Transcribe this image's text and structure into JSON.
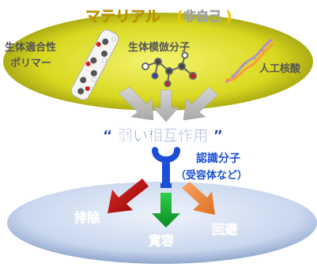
{
  "title": {
    "main": "マテリアル",
    "open_paren": "(",
    "non_self": "非自己",
    "close_paren": ")"
  },
  "materials": {
    "biocompatible_polymer": {
      "line1": "生体適合性",
      "line2": "ポリマー"
    },
    "biomimetic_molecule": "生体模倣分子",
    "artificial_nucleic_acid": "人工核酸"
  },
  "interaction": {
    "open_quote": "“",
    "label": "弱い相互作用",
    "close_quote": "”"
  },
  "receptor": {
    "line1": "認識分子",
    "line2": "（受容体など）"
  },
  "outcomes": {
    "exclusion": "排除",
    "tolerance": "寛容",
    "avoidance": "回避"
  },
  "colors": {
    "title": "#f2c200",
    "non_self": "#ffffff",
    "material_labels": "#555555",
    "interaction": "#1a3ea8",
    "receptor": "#1a4fd6",
    "exclusion": "#c00000",
    "tolerance": "#14a632",
    "avoidance": "#f08a3a",
    "cell_surface": "#b8cbe6",
    "material_cloud": "#e6e63a"
  },
  "icons": [
    "polymer-chain-icon",
    "molecule-model-icon",
    "dna-helix-icon",
    "receptor-y-icon"
  ]
}
